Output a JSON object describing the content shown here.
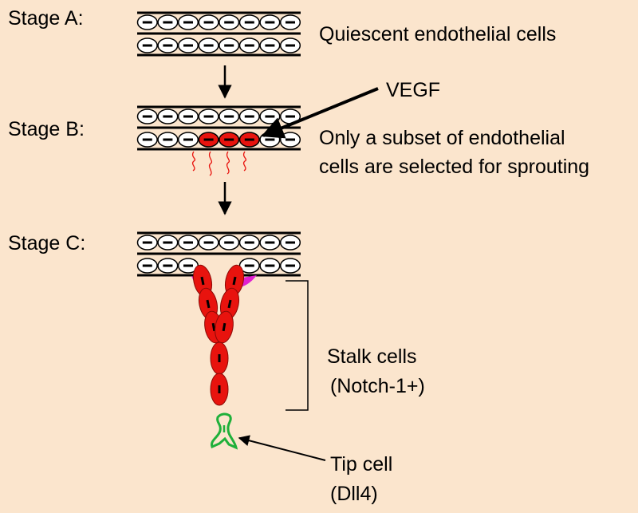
{
  "stages": [
    {
      "label": "Stage A:"
    },
    {
      "label": "Stage B:"
    },
    {
      "label": "Stage C:"
    }
  ],
  "annotations": {
    "stage_a_desc": "Quiescent endothelial cells",
    "vegf": "VEGF",
    "stage_b_desc_line1": "Only a subset of endothelial",
    "stage_b_desc_line2": "cells are selected for sprouting",
    "stalk_line1": "Stalk cells",
    "stalk_line2": "(Notch-1+)",
    "tip_line1": "Tip  cell",
    "tip_line2": "(Dll4)"
  },
  "colors": {
    "background": "#fbe5cd",
    "cell_fill": "#ffffff",
    "selected_cell": "#e8130e",
    "filopodia": "#e8130e",
    "tip_cell": "#1fb03a",
    "pericyte": "#e020d0",
    "outline": "#000000"
  }
}
